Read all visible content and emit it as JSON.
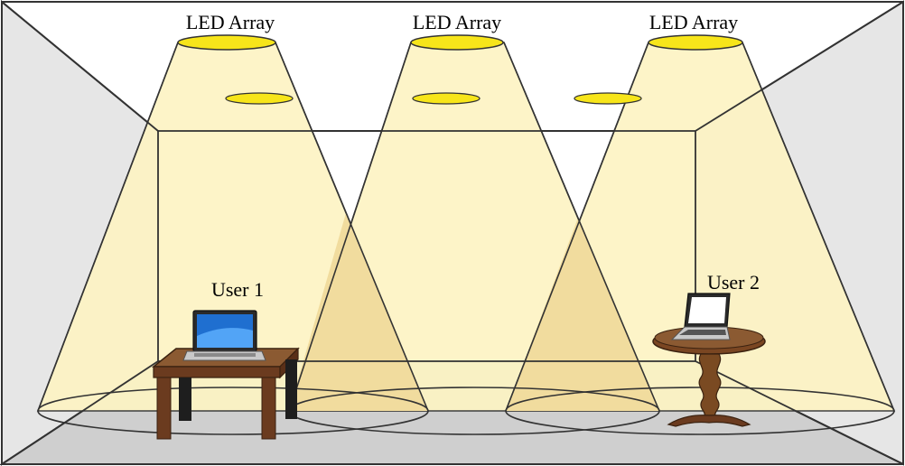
{
  "labels": {
    "led_array_1": "LED Array",
    "led_array_2": "LED Array",
    "led_array_3": "LED Array",
    "user_1": "User 1",
    "user_2": "User 2"
  },
  "colors": {
    "light_cone": "#fdf4c4",
    "light_overlap": "#f3dea0",
    "led_fill": "#f7e51a",
    "wall": "#e6e6e6",
    "floor": "#cfcfcf",
    "table_wood": "#6b3b1f",
    "table_top": "#8b5a32",
    "outline": "#333333"
  }
}
